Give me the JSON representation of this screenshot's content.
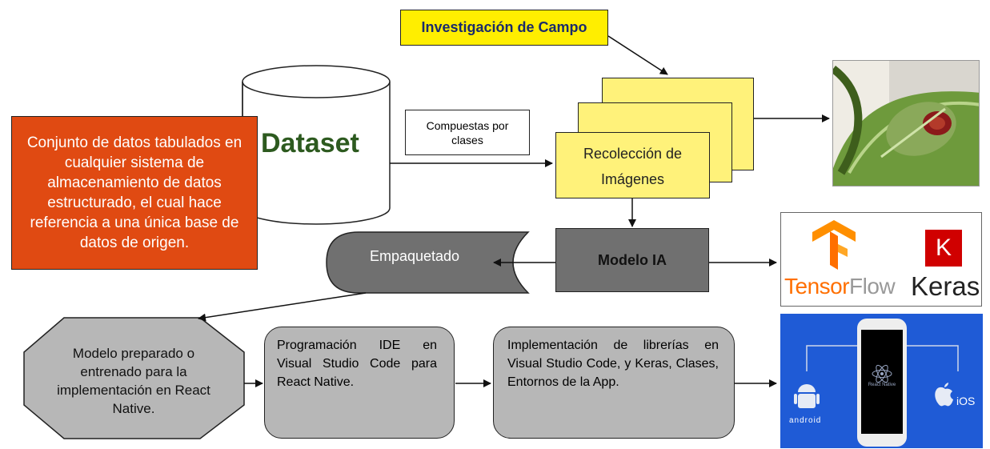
{
  "diagram": {
    "investigacion_campo": "Investigación de Campo",
    "dataset": "Dataset",
    "compuestas": "Compuestas por clases",
    "conjunto_datos": "Conjunto de datos tabulados en cualquier sistema de almacenamiento de datos estructurado, el cual hace referencia a una única base de datos de origen.",
    "recoleccion_line1": "Recolección de",
    "recoleccion_line2": "Imágenes",
    "modelo_ia": "Modelo IA",
    "empaquetado": "Empaquetado",
    "modelo_preparado": "Modelo preparado o entrenado para la implementación en React Native.",
    "programacion": "Programación IDE en Visual Studio Code para React Native.",
    "implementacion": "Implementación de librerías en Visual Studio Code, y Keras, Clases, Entornos de la App."
  },
  "logos": {
    "tensor": "Tensor",
    "flow": "Flow",
    "keras": "Keras",
    "keras_letter": "K",
    "android": "android",
    "ios": "iOS",
    "react_native": "React Native"
  },
  "colors": {
    "yellow": "#ffee00",
    "card_yellow": "#fff27a",
    "orange": "#e04a12",
    "dark_gray": "#707070",
    "light_gray": "#b7b7b7",
    "dataset_green": "#2d5a1f",
    "rn_blue": "#1f5bd6",
    "tf_orange": "#ff6f00",
    "keras_red": "#d00000"
  }
}
